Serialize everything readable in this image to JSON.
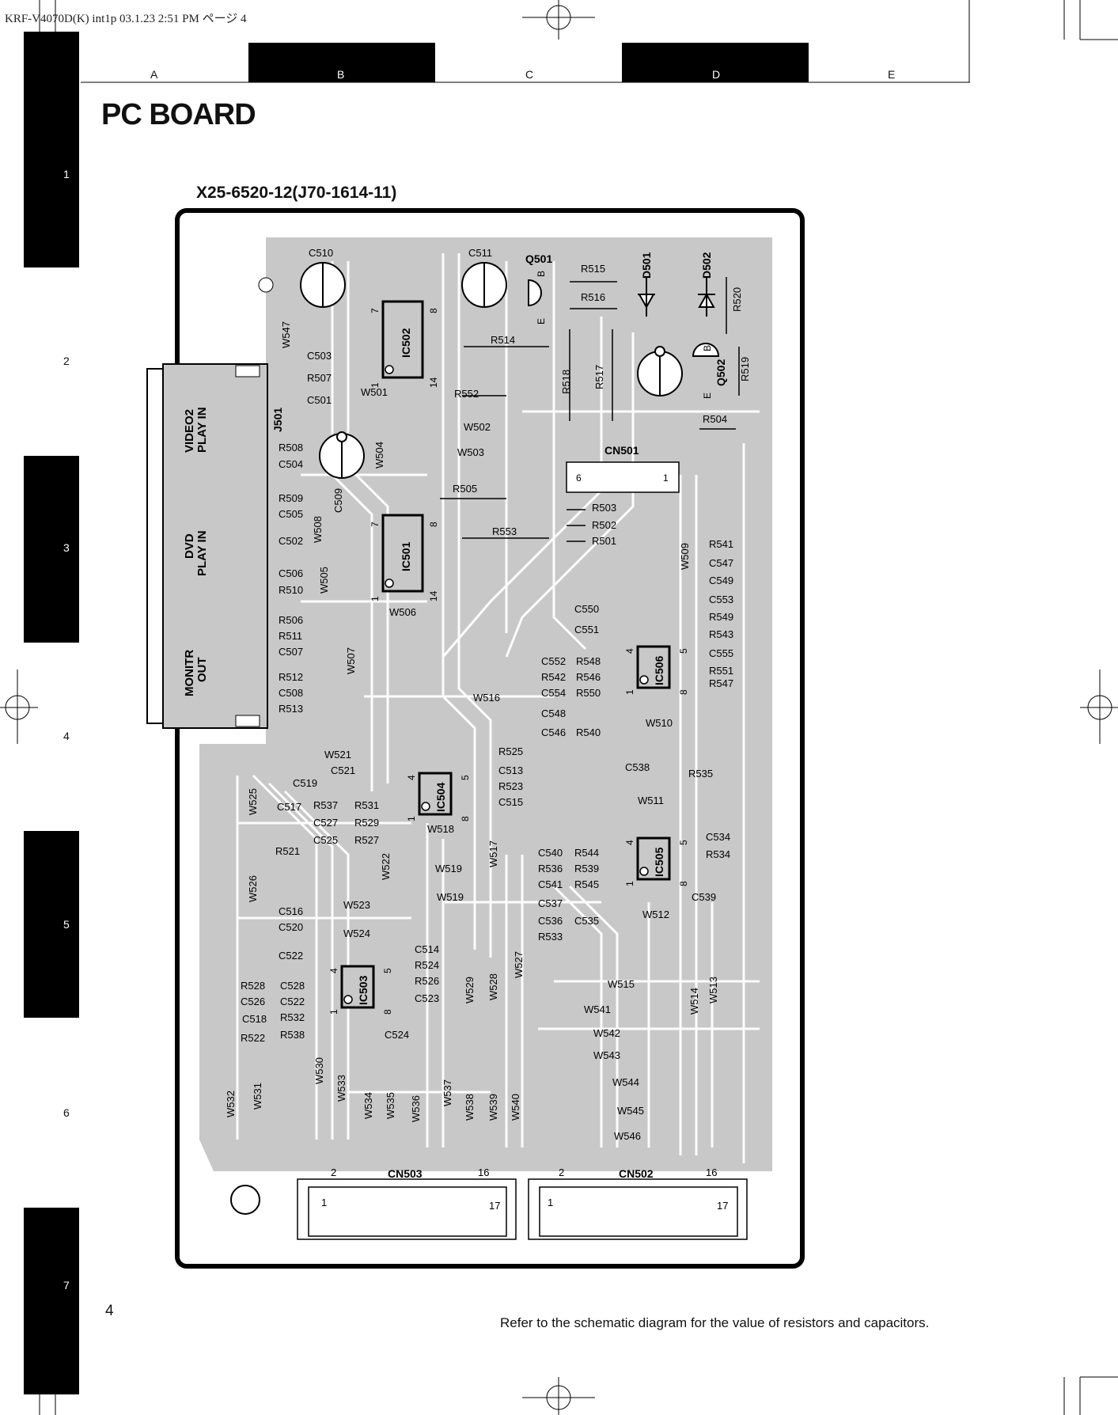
{
  "header": {
    "file_info": "KRF-V4070D(K) int1p  03.1.23 2:51 PM    ページ 4"
  },
  "grid": {
    "columns": [
      "A",
      "B",
      "C",
      "D",
      "E"
    ],
    "rows": [
      "1",
      "2",
      "3",
      "4",
      "5",
      "6",
      "7"
    ]
  },
  "page_title": "PC BOARD",
  "board_id": "X25-6520-12(J70-1614-11)",
  "jacks": {
    "connector": "J501",
    "video2_line1": "VIDEO2",
    "video2_line2": "PLAY IN",
    "dvd_line1": "DVD",
    "dvd_line2": "PLAY IN",
    "monitr_line1": "MONITR",
    "monitr_line2": "OUT"
  },
  "ics": [
    {
      "id": "IC502",
      "pin_a": "7",
      "pin_b": "8",
      "pin_c": "1",
      "pin_d": "14"
    },
    {
      "id": "IC501",
      "pin_a": "7",
      "pin_b": "8",
      "pin_c": "1",
      "pin_d": "14"
    },
    {
      "id": "IC506",
      "pin_a": "4",
      "pin_b": "5",
      "pin_c": "1",
      "pin_d": "8"
    },
    {
      "id": "IC504",
      "pin_a": "4",
      "pin_b": "5",
      "pin_c": "1",
      "pin_d": "8"
    },
    {
      "id": "IC505",
      "pin_a": "4",
      "pin_b": "5",
      "pin_c": "1",
      "pin_d": "8"
    },
    {
      "id": "IC503",
      "pin_a": "4",
      "pin_b": "5",
      "pin_c": "1",
      "pin_d": "8"
    }
  ],
  "transistors": [
    {
      "id": "Q501",
      "b": "B",
      "e": "E"
    },
    {
      "id": "Q502",
      "b": "B",
      "e": "E"
    }
  ],
  "diodes": [
    "D501",
    "D502"
  ],
  "connectors": [
    {
      "id": "CN501",
      "left_pin": "6",
      "right_pin": "1"
    },
    {
      "id": "CN503",
      "pin_tl": "2",
      "pin_tr": "16",
      "pin_bl": "1",
      "pin_br": "17"
    },
    {
      "id": "CN502",
      "pin_tl": "2",
      "pin_tr": "16",
      "pin_bl": "1",
      "pin_br": "17"
    }
  ],
  "labels": [
    "C510",
    "C511",
    "R515",
    "R516",
    "R520",
    "R519",
    "R514",
    "C503",
    "R507",
    "C501",
    "W501",
    "R552",
    "W547",
    "R518",
    "R517",
    "R504",
    "W502",
    "W503",
    "R508",
    "C504",
    "W504",
    "C509",
    "R505",
    "R509",
    "C505",
    "W508",
    "R503",
    "R502",
    "R501",
    "R553",
    "C502",
    "W509",
    "R541",
    "C547",
    "C549",
    "C553",
    "R549",
    "R543",
    "C555",
    "R551",
    "R547",
    "C506",
    "R510",
    "W505",
    "W506",
    "R506",
    "R511",
    "C507",
    "W507",
    "R512",
    "C508",
    "R513",
    "C550",
    "C551",
    "C552",
    "R548",
    "R542",
    "R546",
    "C554",
    "R550",
    "C548",
    "C546",
    "R540",
    "W516",
    "W510",
    "W521",
    "C521",
    "R525",
    "C513",
    "R523",
    "C515",
    "C538",
    "R535",
    "W525",
    "C519",
    "C517",
    "R537",
    "R531",
    "C527",
    "R529",
    "C525",
    "R527",
    "W518",
    "W511",
    "C534",
    "R534",
    "R521",
    "W522",
    "W517",
    "W519",
    "C540",
    "R544",
    "R536",
    "R539",
    "C541",
    "R545",
    "C539",
    "W526",
    "W523",
    "W519",
    "C516",
    "C520",
    "C537",
    "C536",
    "C535",
    "W512",
    "W524",
    "R533",
    "C522",
    "C514",
    "R524",
    "R528",
    "C528",
    "R526",
    "C526",
    "C522",
    "C523",
    "C518",
    "R532",
    "R538",
    "C524",
    "R522",
    "W529",
    "W528",
    "W527",
    "W515",
    "W514",
    "W513",
    "W541",
    "W542",
    "W543",
    "W544",
    "W545",
    "W546",
    "W530",
    "W533",
    "W532",
    "W531",
    "W534",
    "W535",
    "W536",
    "W537",
    "W538",
    "W539",
    "W540"
  ],
  "footnote": "Refer to the schematic diagram for the value of resistors and capacitors.",
  "page_number": "4"
}
